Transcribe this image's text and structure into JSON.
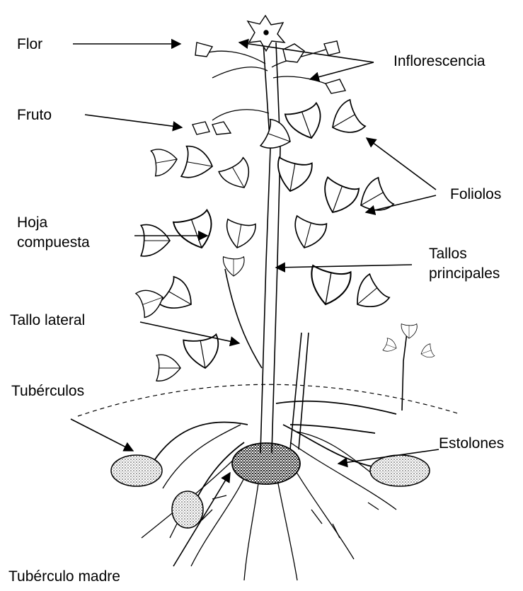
{
  "labels": {
    "flor": "Flor",
    "inflorescencia": "Inflorescencia",
    "fruto": "Fruto",
    "foliolos": "Foliolos",
    "hoja_line1": "Hoja",
    "hoja_line2": "compuesta",
    "tallos_line1": "Tallos",
    "tallos_line2": "principales",
    "tallo_lateral": "Tallo lateral",
    "tuberculos": "Tubérculos",
    "estolones": "Estolones",
    "tuberculo_madre": "Tubérculo madre"
  }
}
